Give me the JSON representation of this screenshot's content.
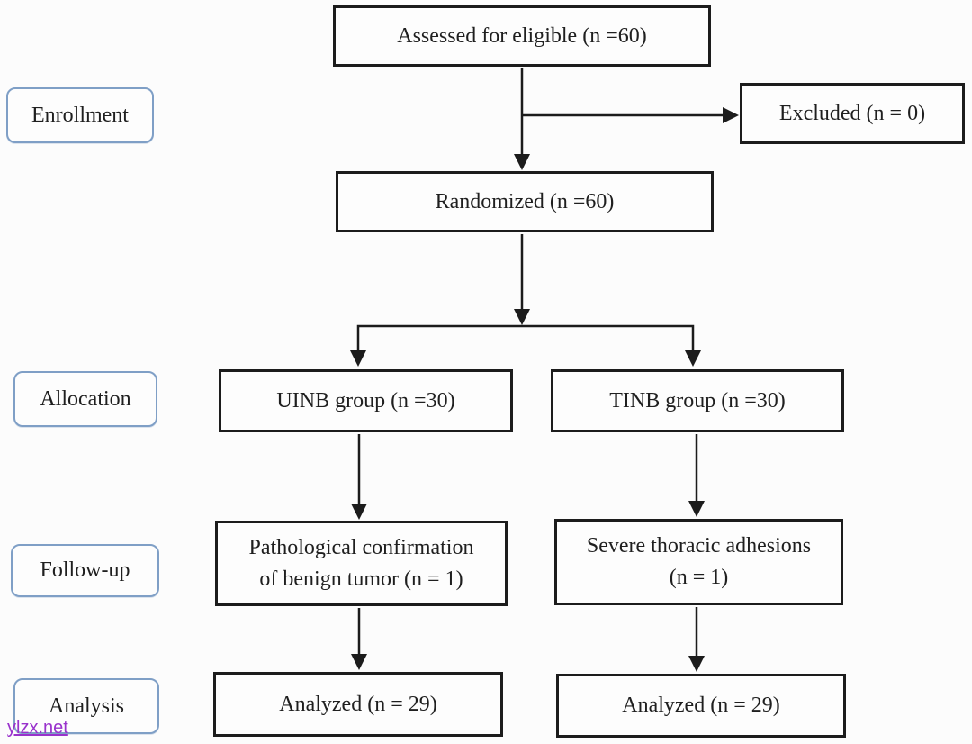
{
  "diagram": {
    "type": "flowchart",
    "style": "CONSORT trial flow diagram"
  },
  "stages": {
    "enrollment": "Enrollment",
    "allocation": "Allocation",
    "followup": "Follow-up",
    "analysis": "Analysis"
  },
  "nodes": {
    "assessed": "Assessed for eligible (n =60)",
    "excluded": "Excluded (n = 0)",
    "randomized": "Randomized (n =60)",
    "uinb_group": "UINB group (n =30)",
    "tinb_group": "TINB group (n =30)",
    "followup_left_line1": "Pathological confirmation",
    "followup_left_line2": "of benign tumor (n = 1)",
    "followup_right_line1": "Severe thoracic adhesions",
    "followup_right_line2": "(n = 1)",
    "analyzed_left": "Analyzed (n = 29)",
    "analyzed_right": "Analyzed (n = 29)"
  },
  "edges": [
    {
      "from": "assessed",
      "to": "randomized"
    },
    {
      "from": "assessed",
      "to": "excluded"
    },
    {
      "from": "randomized",
      "to": "uinb_group"
    },
    {
      "from": "randomized",
      "to": "tinb_group"
    },
    {
      "from": "uinb_group",
      "to": "followup_left"
    },
    {
      "from": "tinb_group",
      "to": "followup_right"
    },
    {
      "from": "followup_left",
      "to": "analyzed_left"
    },
    {
      "from": "followup_right",
      "to": "analyzed_right"
    }
  ],
  "watermark": {
    "text": "ylzx.net",
    "color": "#9932cc"
  },
  "colors": {
    "node_border": "#1c1c1c",
    "stage_border": "#7f9fc6",
    "arrow": "#1c1c1c",
    "text": "#1f1f1f",
    "background": "#fcfcfc"
  }
}
